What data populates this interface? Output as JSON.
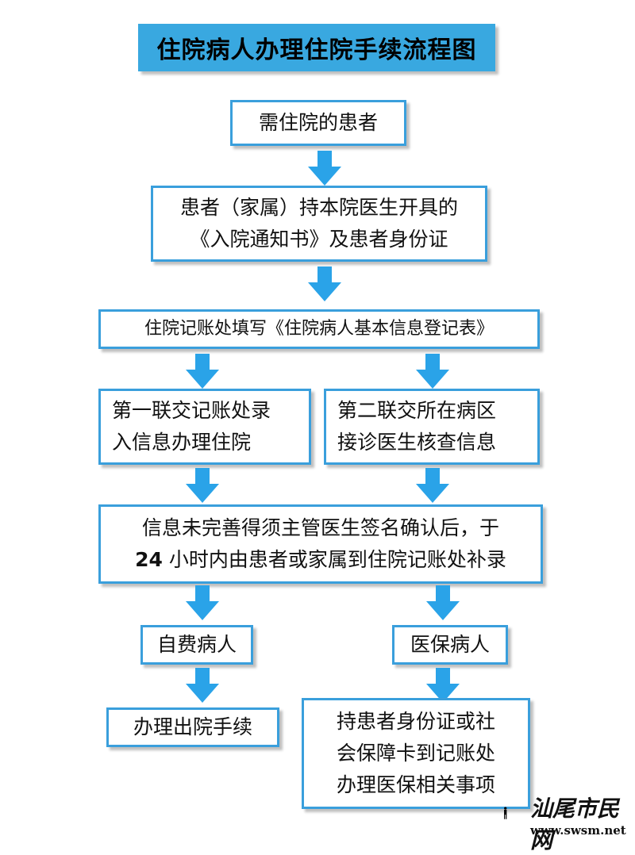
{
  "title": "住院病人办理住院手续流程图",
  "steps": {
    "s1": "需住院的患者",
    "s2": {
      "line1": "患者（家属）持本院医生开具的",
      "line2": "《入院通知书》及患者身份证"
    },
    "s3": "住院记账处填写《住院病人基本信息登记表》",
    "s4a": {
      "line1": "第一联交记账处录",
      "line2": "入信息办理住院"
    },
    "s4b": {
      "line1": "第二联交所在病区",
      "line2": "接诊医生核查信息"
    },
    "s5": {
      "line1": "信息未完善得须主管医生签名确认后，于",
      "line2_num": "24",
      "line2": " 小时内由患者或家属到住院记账处补录"
    },
    "s6a": "自费病人",
    "s6b": "医保病人",
    "s7a": "办理出院手续",
    "s7b": {
      "line1": "持患者身份证或社",
      "line2": "会保障卡到记账处",
      "line3": "办理医保相关事项"
    }
  },
  "watermark": {
    "text": "汕尾市民网",
    "url": "www.swsm.net"
  },
  "colors": {
    "title_bg": "#39a8e0",
    "border": "#3a9fdc",
    "arrow": "#2aa3e8"
  }
}
